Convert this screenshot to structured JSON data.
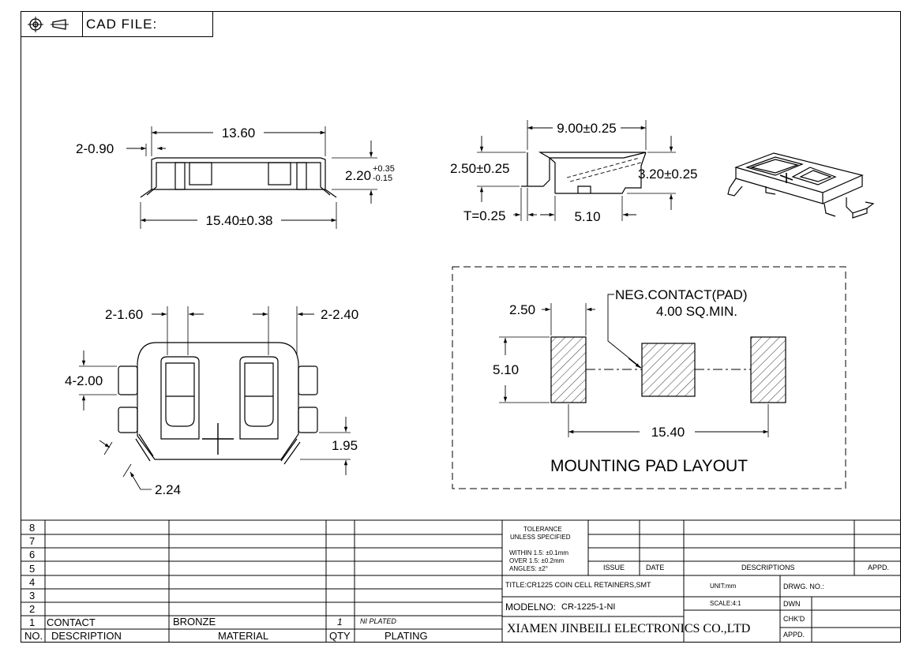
{
  "header": {
    "cad_label": "CAD FILE:"
  },
  "side_view": {
    "dim_top": "13.60",
    "dim_tab": "2-0.90",
    "dim_bottom": "15.40±0.38",
    "dim_height": "2.20",
    "tol_plus": "+0.35",
    "tol_minus": "-0.15"
  },
  "front_view": {
    "dim_width": "9.00±0.25",
    "dim_left_h": "2.50±0.25",
    "dim_right_h": "3.20±0.25",
    "dim_thickness": "T=0.25",
    "dim_bottom": "5.10"
  },
  "top_view": {
    "dim_slot_left": "2-1.60",
    "dim_slot_right": "2-2.40",
    "dim_tab_h": "4-2.00",
    "dim_corner": "1.95",
    "dim_chamfer": "2.24"
  },
  "pad_layout": {
    "neg_contact": "NEG.CONTACT(PAD)",
    "sq_min": "4.00 SQ.MIN.",
    "dim_pad_w": "2.50",
    "dim_pad_h": "5.10",
    "dim_span": "15.40",
    "title": "MOUNTING PAD LAYOUT"
  },
  "bom": {
    "rows": [
      "8",
      "7",
      "6",
      "5",
      "4",
      "3",
      "2"
    ],
    "row1": {
      "no": "1",
      "desc": "CONTACT",
      "material": "BRONZE",
      "qty": "1",
      "plating": "NI PLATED"
    },
    "headers": {
      "no": "NO.",
      "desc": "DESCRIPTION",
      "material": "MATERIAL",
      "qty": "QTY",
      "plating": "PLATING"
    }
  },
  "title_block": {
    "tolerance_1": "TOLERANCE",
    "tolerance_2": "UNLESS SPECIFIED",
    "within": "WITHIN 1.5: ±0.1mm",
    "over": "OVER 1.5:  ±0.2mm",
    "angles": "ANGLES: ±2°",
    "issue": "ISSUE",
    "date": "DATE",
    "descriptions": "DESCRIPTIONS",
    "appd_top": "APPD.",
    "title": "TITLE:CR1225  COIN  CELL  RETAINERS,SMT",
    "unit": "UNIT:mm",
    "drwg": "DRWG. NO.:",
    "modelno_label": "MODELNO:",
    "modelno": "CR-1225-1-NI",
    "scale": "SCALE:4:1",
    "dwn": "DWN",
    "chkd": "CHK'D",
    "appd": "APPD.",
    "company": "XIAMEN JINBEILI ELECTRONICS CO.,LTD"
  }
}
